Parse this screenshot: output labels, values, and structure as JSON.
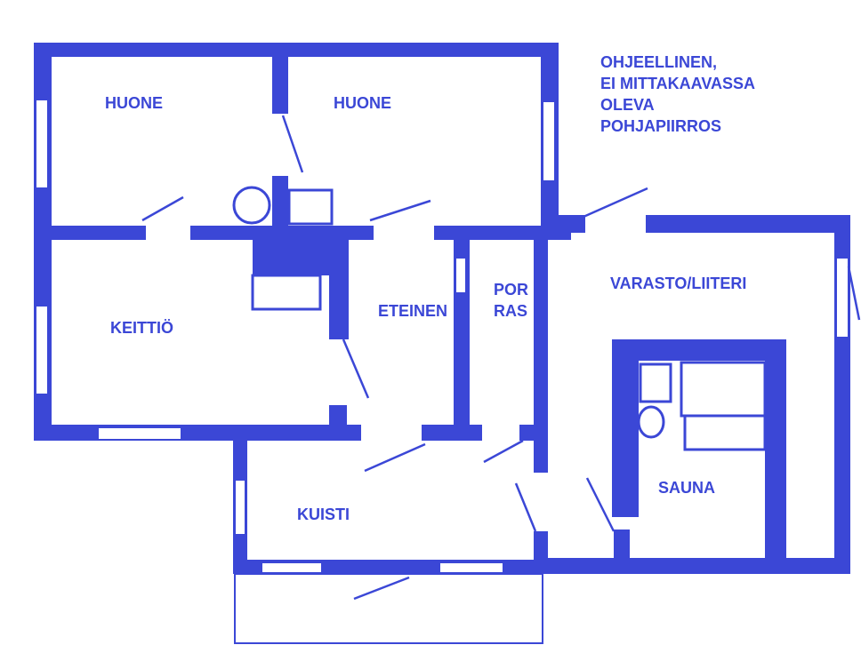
{
  "note": {
    "lines": [
      "OHJEELLINEN,",
      "EI MITTAKAAVASSA",
      "OLEVA",
      "POHJAPIIRROS"
    ]
  },
  "rooms": {
    "huone_left": "HUONE",
    "huone_right": "HUONE",
    "keittio": "KEITTIÖ",
    "eteinen": "ETEINEN",
    "porras_top": "POR",
    "porras_bottom": "RAS",
    "varasto": "VARASTO/LIITERI",
    "kuisti": "KUISTI",
    "sauna": "SAUNA"
  },
  "colors": {
    "wall": "#3b47d6",
    "background": "#ffffff"
  }
}
